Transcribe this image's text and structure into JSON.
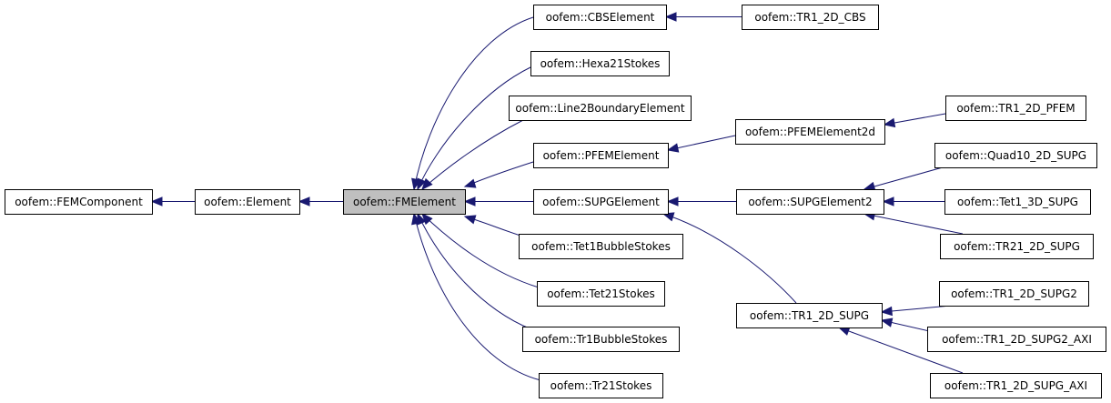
{
  "diagram": {
    "nodes": [
      {
        "id": "femcomponent",
        "label": "oofem::FEMComponent"
      },
      {
        "id": "element",
        "label": "oofem::Element"
      },
      {
        "id": "fmelement",
        "label": "oofem::FMElement",
        "highlight": true
      },
      {
        "id": "cbselement",
        "label": "oofem::CBSElement"
      },
      {
        "id": "hexa21stokes",
        "label": "oofem::Hexa21Stokes"
      },
      {
        "id": "line2boundaryelement",
        "label": "oofem::Line2BoundaryElement"
      },
      {
        "id": "pfemelement",
        "label": "oofem::PFEMElement"
      },
      {
        "id": "supgelement",
        "label": "oofem::SUPGElement"
      },
      {
        "id": "tet1bubblestokes",
        "label": "oofem::Tet1BubbleStokes"
      },
      {
        "id": "tet21stokes",
        "label": "oofem::Tet21Stokes"
      },
      {
        "id": "tr1bubblestokes",
        "label": "oofem::Tr1BubbleStokes"
      },
      {
        "id": "tr21stokes",
        "label": "oofem::Tr21Stokes"
      },
      {
        "id": "tr1_2d_cbs",
        "label": "oofem::TR1_2D_CBS"
      },
      {
        "id": "pfemelement2d",
        "label": "oofem::PFEMElement2d"
      },
      {
        "id": "supgelement2",
        "label": "oofem::SUPGElement2"
      },
      {
        "id": "tr1_2d_supg",
        "label": "oofem::TR1_2D_SUPG"
      },
      {
        "id": "tr1_2d_pfem",
        "label": "oofem::TR1_2D_PFEM"
      },
      {
        "id": "quad10_2d_supg",
        "label": "oofem::Quad10_2D_SUPG"
      },
      {
        "id": "tet1_3d_supg",
        "label": "oofem::Tet1_3D_SUPG"
      },
      {
        "id": "tr21_2d_supg",
        "label": "oofem::TR21_2D_SUPG"
      },
      {
        "id": "tr1_2d_supg2",
        "label": "oofem::TR1_2D_SUPG2"
      },
      {
        "id": "tr1_2d_supg2_axi",
        "label": "oofem::TR1_2D_SUPG2_AXI"
      },
      {
        "id": "tr1_2d_supg_axi",
        "label": "oofem::TR1_2D_SUPG_AXI"
      }
    ],
    "edges": [
      {
        "from": "element",
        "to": "femcomponent"
      },
      {
        "from": "fmelement",
        "to": "element"
      },
      {
        "from": "cbselement",
        "to": "fmelement"
      },
      {
        "from": "hexa21stokes",
        "to": "fmelement"
      },
      {
        "from": "line2boundaryelement",
        "to": "fmelement"
      },
      {
        "from": "pfemelement",
        "to": "fmelement"
      },
      {
        "from": "supgelement",
        "to": "fmelement"
      },
      {
        "from": "tet1bubblestokes",
        "to": "fmelement"
      },
      {
        "from": "tet21stokes",
        "to": "fmelement"
      },
      {
        "from": "tr1bubblestokes",
        "to": "fmelement"
      },
      {
        "from": "tr21stokes",
        "to": "fmelement"
      },
      {
        "from": "tr1_2d_cbs",
        "to": "cbselement"
      },
      {
        "from": "pfemelement2d",
        "to": "pfemelement"
      },
      {
        "from": "supgelement2",
        "to": "supgelement"
      },
      {
        "from": "tr1_2d_supg",
        "to": "supgelement"
      },
      {
        "from": "tr1_2d_pfem",
        "to": "pfemelement2d"
      },
      {
        "from": "quad10_2d_supg",
        "to": "supgelement2"
      },
      {
        "from": "tet1_3d_supg",
        "to": "supgelement2"
      },
      {
        "from": "tr21_2d_supg",
        "to": "supgelement2"
      },
      {
        "from": "tr1_2d_supg2",
        "to": "tr1_2d_supg"
      },
      {
        "from": "tr1_2d_supg2_axi",
        "to": "tr1_2d_supg"
      },
      {
        "from": "tr1_2d_supg_axi",
        "to": "tr1_2d_supg"
      }
    ]
  },
  "colors": {
    "edge": "#191970",
    "node_border": "#000000",
    "node_fill": "#ffffff",
    "highlight_fill": "#bfbfbf"
  }
}
